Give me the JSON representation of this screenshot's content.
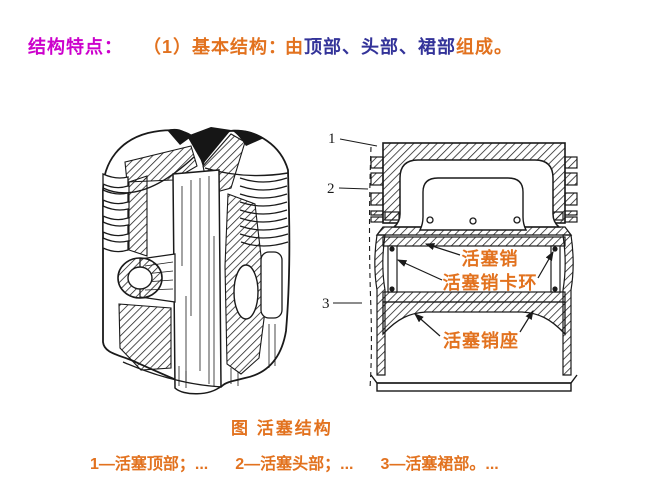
{
  "colors": {
    "magenta": "#cc00cc",
    "orange": "#e2721f",
    "blue": "#333399",
    "ink": "#1a1a1a"
  },
  "header": {
    "feature_label": "结构特点：",
    "item_label": "（1）基本结构：",
    "desc_prefix": "由",
    "desc_parts": "顶部、头部、裙部",
    "desc_suffix": "组成。"
  },
  "figure": {
    "caption": "图 活塞结构",
    "legend_items": [
      {
        "text": "1—活塞顶部；..."
      },
      {
        "text": "2—活塞头部；..."
      },
      {
        "text": "3—活塞裙部。..."
      }
    ],
    "right_diagram": {
      "callout_1": "1",
      "callout_2": "2",
      "callout_3": "3",
      "label_pin": "活塞销",
      "label_circlip": "活塞销卡环",
      "label_boss": "活塞销座"
    }
  }
}
